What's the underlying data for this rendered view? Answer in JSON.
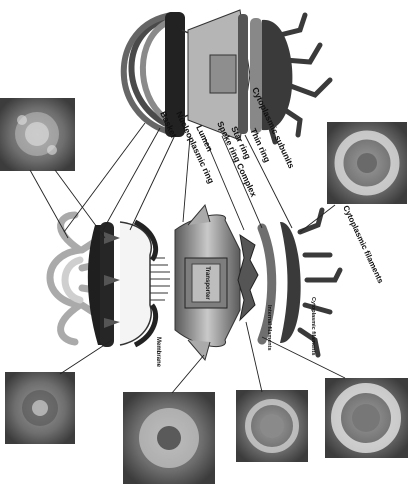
{
  "labels": {
    "basket": "Basket",
    "nucleoplasmic_ring": "Nucleoplasmic ring",
    "lumen": "Lumen",
    "spoke_ring_complex": "Spoke ring Complex",
    "star_ring": "Star ring",
    "thin_ring": "Thin ring",
    "cytoplasmic_subunits": "Cytoplasmic subunits",
    "cytoplasmic_filaments": "Cytoplasmic filaments",
    "cytoplasmic_filaments_small": "Cytoplasmic filaments",
    "internal_filaments": "Internal filaments",
    "membrane": "Membrane",
    "transporter": "Transporter"
  },
  "colors": {
    "dark": "#2b2b2b",
    "mid": "#7a7a7a",
    "light": "#c8c8c8",
    "line": "#222222"
  }
}
